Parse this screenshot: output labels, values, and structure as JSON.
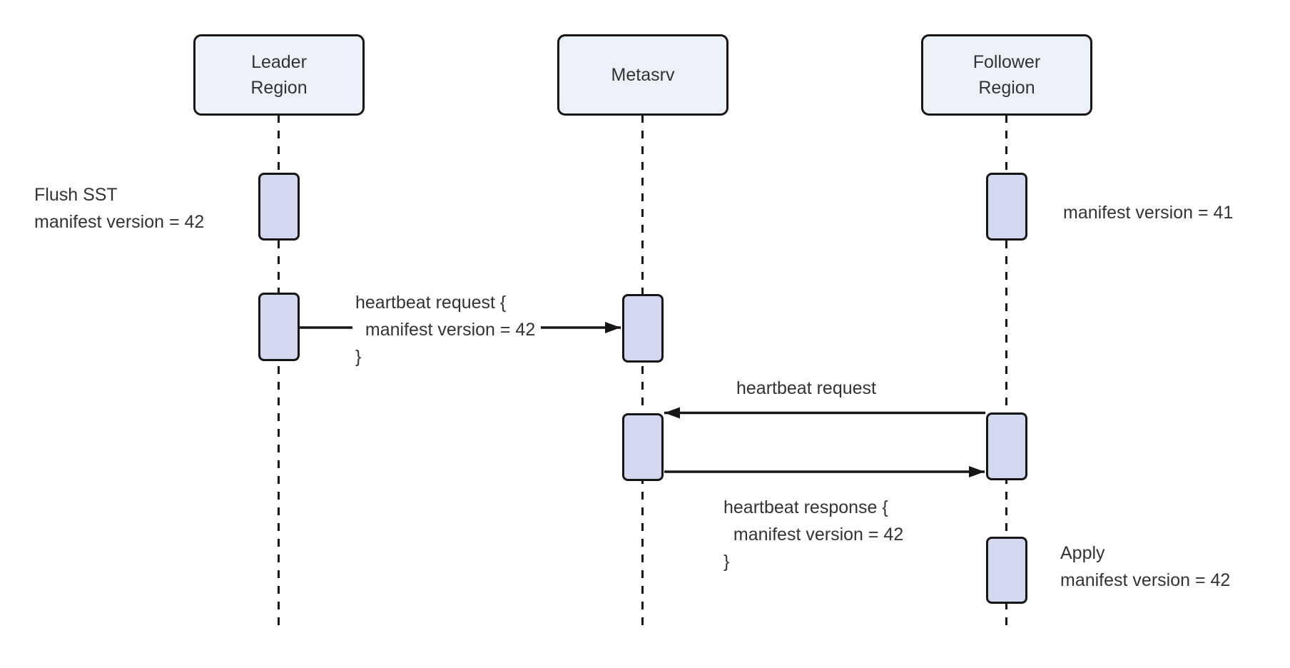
{
  "colors": {
    "background": "#ffffff",
    "border": "#161616",
    "participant_fill": "#edf1fa",
    "activation_fill": "#d3d8f0",
    "text": "#333333"
  },
  "participants": [
    {
      "name": "Leader Region",
      "label": "Leader\nRegion"
    },
    {
      "name": "Metasrv",
      "label": "Metasrv"
    },
    {
      "name": "Follower Region",
      "label": "Follower\nRegion"
    }
  ],
  "annotations": {
    "leader_flush": "Flush SST\nmanifest version = 42",
    "follower_initial": "manifest version = 41",
    "follower_apply": "Apply\nmanifest version = 42"
  },
  "messages": [
    {
      "from": "Leader Region",
      "to": "Metasrv",
      "label": "heartbeat request {\n  manifest version = 42\n}"
    },
    {
      "from": "Follower Region",
      "to": "Metasrv",
      "label": "heartbeat request"
    },
    {
      "from": "Metasrv",
      "to": "Follower Region",
      "label": "heartbeat response {\n  manifest version = 42\n}"
    }
  ]
}
